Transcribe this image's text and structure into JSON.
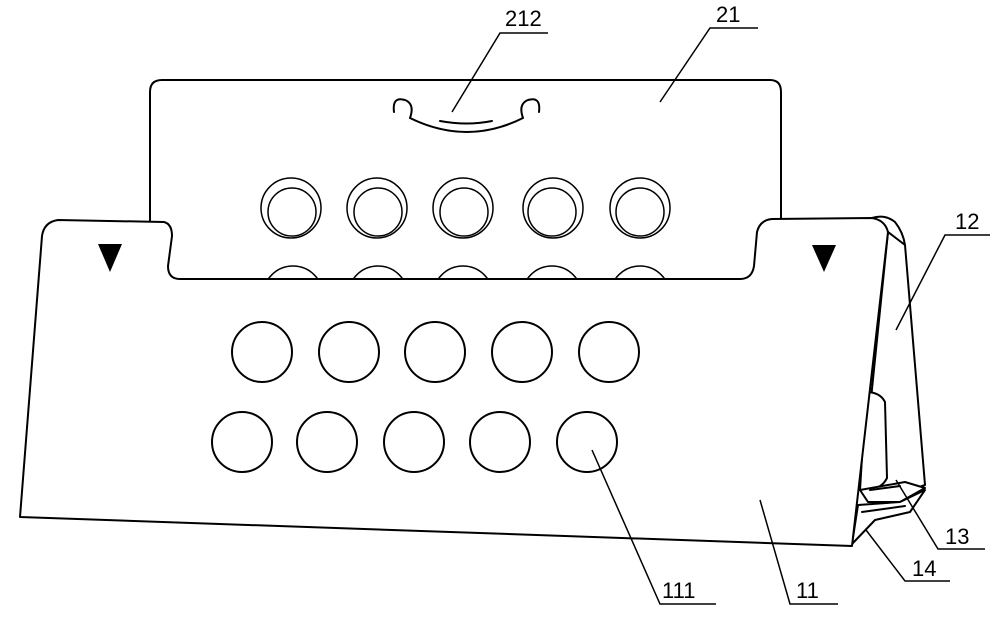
{
  "colors": {
    "line": "#000000",
    "paper": "#ffffff"
  },
  "labels": {
    "l212": "212",
    "l21": "21",
    "l12": "12",
    "l13": "13",
    "l14": "14",
    "l111": "111",
    "l11": "11"
  }
}
